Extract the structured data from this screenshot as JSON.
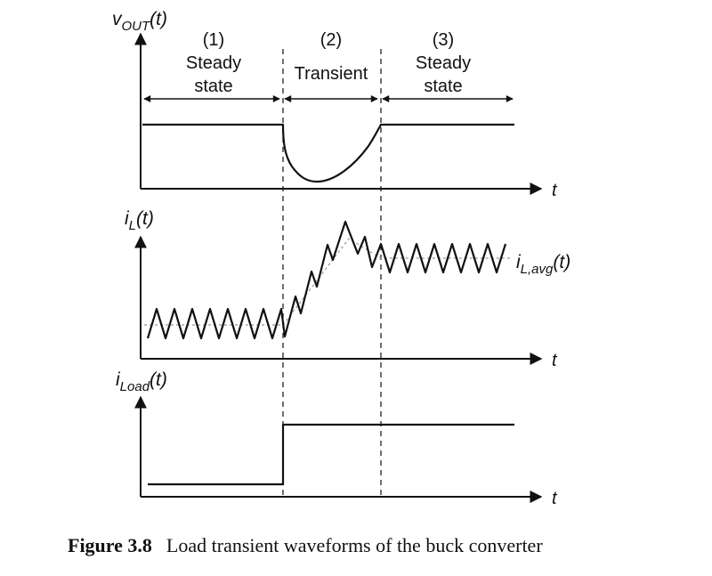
{
  "diagram": {
    "plot_vout": {
      "y_label": "v",
      "y_label_sub": "OUT",
      "y_label_arg": "(t)",
      "x_label": "t"
    },
    "regions": [
      {
        "number": "(1)",
        "line1": "Steady",
        "line2": "state"
      },
      {
        "number": "(2)",
        "line1": "Transient",
        "line2": ""
      },
      {
        "number": "(3)",
        "line1": "Steady",
        "line2": "state"
      }
    ],
    "plot_il": {
      "y_label": "i",
      "y_label_sub": "L",
      "y_label_arg": "(t)",
      "x_label": "t",
      "avg_label": "i",
      "avg_label_sub": "L,avg",
      "avg_label_arg": "(t)"
    },
    "plot_iload": {
      "y_label": "i",
      "y_label_sub": "Load",
      "y_label_arg": "(t)",
      "x_label": "t"
    }
  },
  "caption": {
    "label": "Figure 3.8",
    "text": "Load transient waveforms of the buck converter"
  }
}
